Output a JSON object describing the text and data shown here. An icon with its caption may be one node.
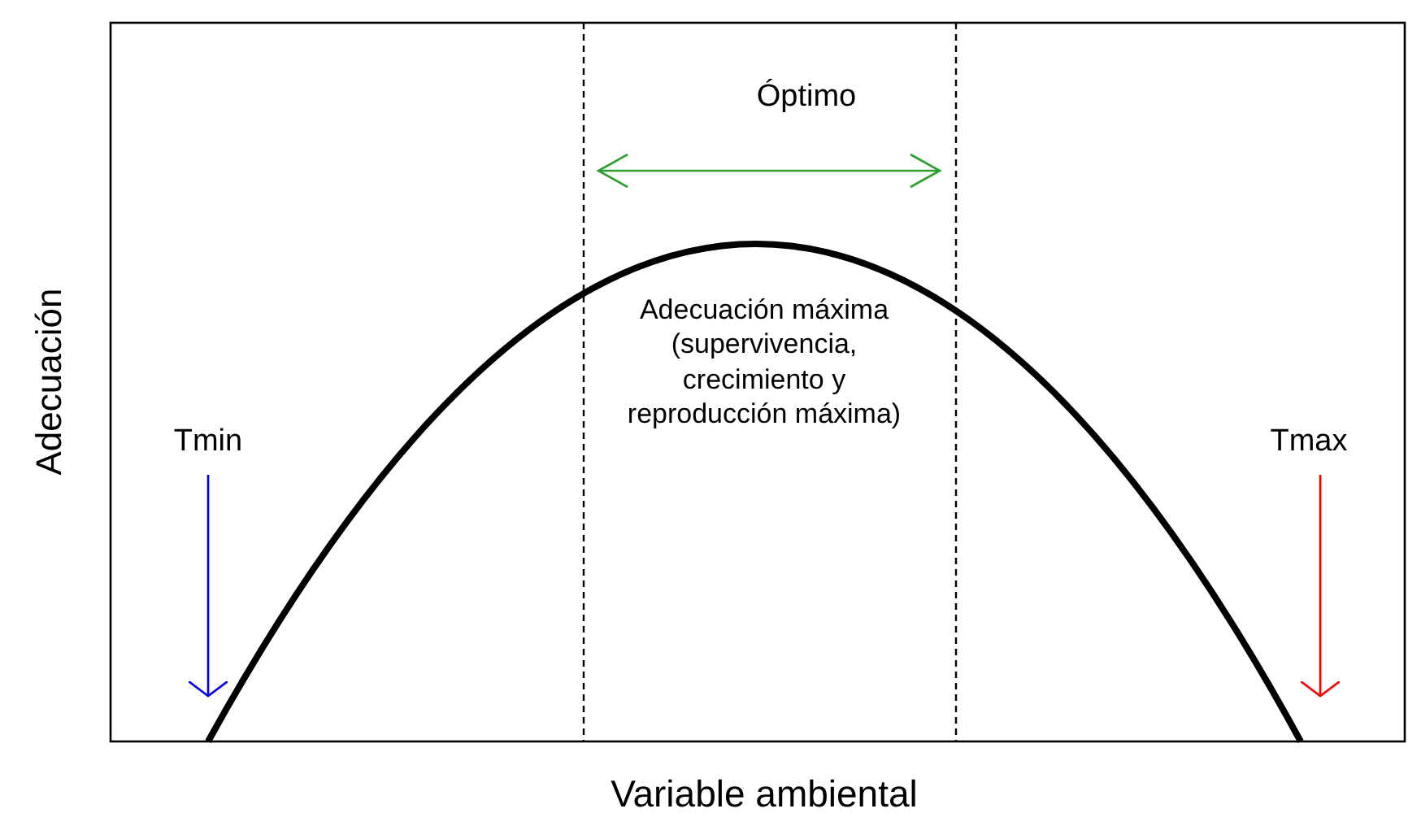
{
  "diagram": {
    "nodes": [
      {
        "text": [
          "Tmin"
        ]
      },
      {
        "text": [
          "Tmax"
        ]
      }
    ],
    "edges": [
      {
        "from": 0,
        "to": null,
        "arrow": "to",
        "color": "#0000ff"
      },
      {
        "from": 1,
        "to": null,
        "arrow": "to",
        "color": "#ff0000"
      }
    ],
    "labels": [
      "Óptimo",
      "Adecuación máxima (supervivencia, crecimiento y reproducción máxima)",
      "Adecuación",
      "Variable ambiental"
    ]
  }
}
